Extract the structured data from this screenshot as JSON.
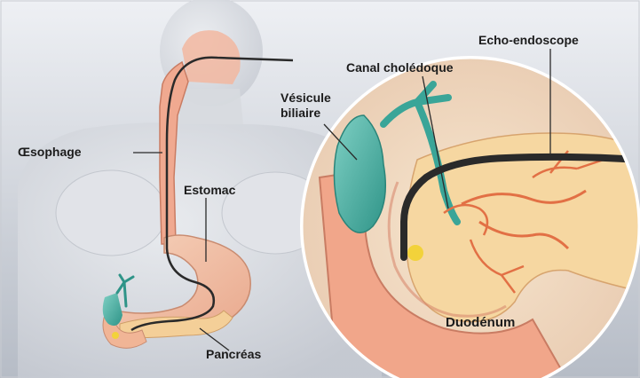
{
  "labels": {
    "esophage": "Œsophage",
    "estomac": "Estomac",
    "pancreas": "Pancréas",
    "vesicule_line1": "Vésicule",
    "vesicule_line2": "biliaire",
    "canal": "Canal cholédoque",
    "echo": "Echo-endoscope",
    "duodenum": "Duodénum"
  },
  "colors": {
    "background_gradient_top": "#e9ecf1",
    "background_gradient_bottom": "#b9bfc9",
    "body_silhouette": "#dcdfe4",
    "esophagus": "#f0a990",
    "stomach": "#f2c0a4",
    "gallbladder": "#4fb7ab",
    "pancreas": "#f4cf98",
    "endoscope": "#2a2a2a",
    "vessels": "#e27045"
  }
}
